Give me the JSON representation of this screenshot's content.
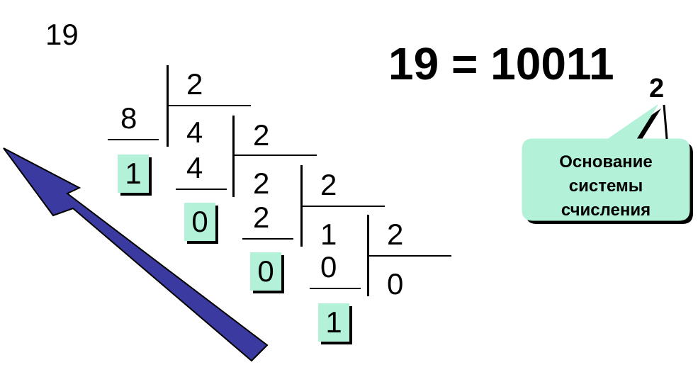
{
  "number": "19",
  "steps": [
    {
      "divisor": "2",
      "product": "8",
      "remainder": "1",
      "quotient": "4"
    },
    {
      "divisor": "2",
      "product": "4",
      "remainder": "0",
      "quotient": "2"
    },
    {
      "divisor": "2",
      "product": "2",
      "remainder": "0",
      "quotient": "1"
    },
    {
      "divisor": "2",
      "product": "0",
      "remainder": "1",
      "quotient": "0"
    }
  ],
  "result": {
    "text": "19 = 10011",
    "subscript": "2"
  },
  "callout": {
    "text": "Основание\nсистемы\nсчисления",
    "fill": "#b3f2d8"
  },
  "arrow": {
    "fill": "#3a3aa0",
    "direction": "up-left"
  }
}
